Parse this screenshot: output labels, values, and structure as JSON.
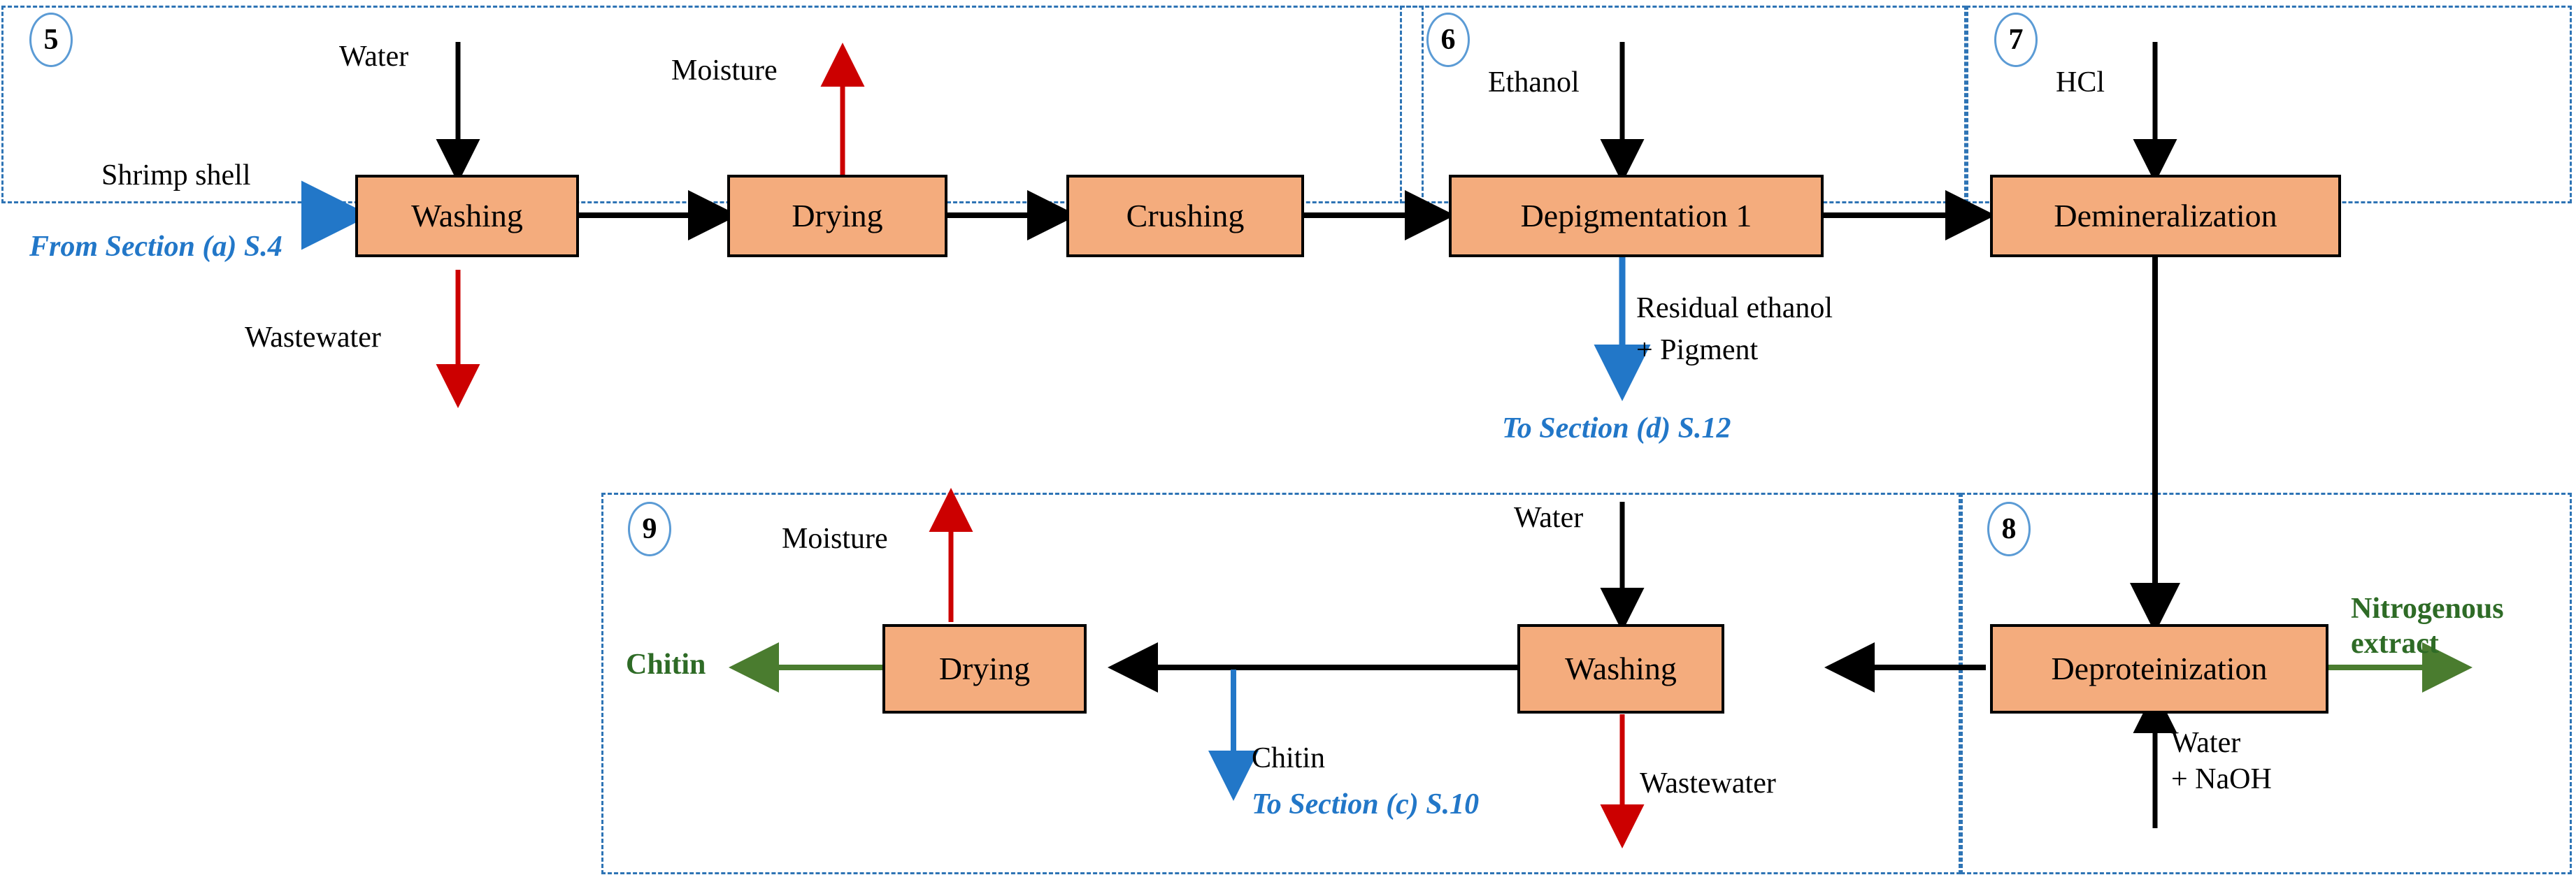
{
  "diagram": {
    "title": "Shrimp shell chitin production flow diagram",
    "colors": {
      "box_fill": "#f4ac7d",
      "box_stroke": "#000000",
      "dashed_section": "#2e74b5",
      "section_number": "#5b9bd5",
      "arrow_black": "#000000",
      "arrow_red": "#cc0000",
      "arrow_blue": "#2277c8",
      "arrow_green": "#4a7c2f",
      "text_blue": "#2277c8",
      "text_green": "#2e6b26"
    },
    "sections": [
      {
        "id": "s5",
        "number": "5"
      },
      {
        "id": "s6",
        "number": "6"
      },
      {
        "id": "s7",
        "number": "7"
      },
      {
        "id": "s8",
        "number": "8"
      },
      {
        "id": "s9",
        "number": "9"
      }
    ],
    "units": [
      {
        "id": "washing1",
        "label": "Washing"
      },
      {
        "id": "drying1",
        "label": "Drying"
      },
      {
        "id": "crushing",
        "label": "Crushing"
      },
      {
        "id": "depigmentation1",
        "label": "Depigmentation 1"
      },
      {
        "id": "demineralization",
        "label": "Demineralization"
      },
      {
        "id": "deproteinization",
        "label": "Deproteinization"
      },
      {
        "id": "washing2",
        "label": "Washing"
      },
      {
        "id": "drying2",
        "label": "Drying"
      }
    ],
    "labels": {
      "water_washing1": "Water",
      "moisture_drying1": "Moisture",
      "shrimp_shell": "Shrimp shell",
      "from_section_a": "From Section (a) S.4",
      "wastewater_washing1": "Wastewater",
      "ethanol": "Ethanol",
      "residual_ethanol_line1": "Residual ethanol",
      "residual_ethanol_line2": "+ Pigment",
      "to_section_d": "To Section (d) S.12",
      "hcl": "HCl",
      "nitrogenous_line1": "Nitrogenous",
      "nitrogenous_line2": "extract",
      "water_naoh_line1": "Water",
      "water_naoh_line2": "+ NaOH",
      "water_washing2": "Water",
      "wastewater_washing2": "Wastewater",
      "chitin_branch": "Chitin",
      "to_section_c": "To Section (c) S.10",
      "moisture_drying2": "Moisture",
      "chitin_product": "Chitin"
    }
  }
}
